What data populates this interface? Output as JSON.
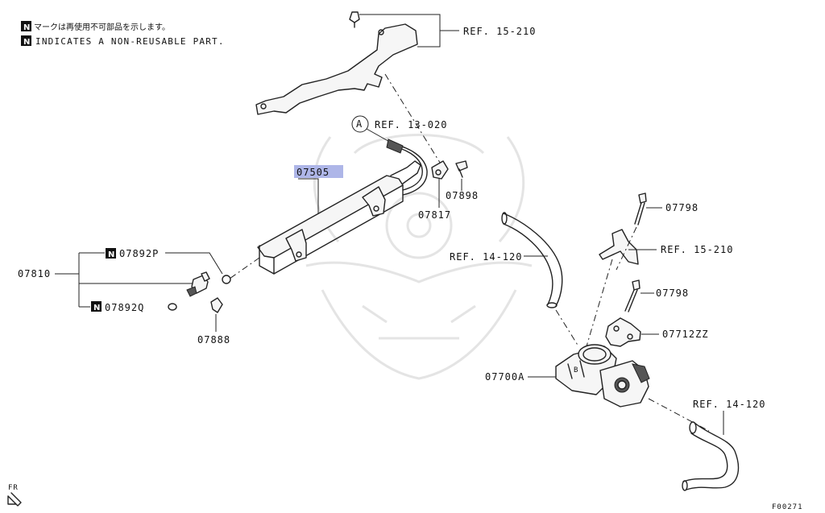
{
  "notes": {
    "badge": "N",
    "line_jp": "マークは再使用不可部品を示します。",
    "line_en": "INDICATES A NON-REUSABLE PART."
  },
  "labels": {
    "ref_15_210_top": "REF. 15-210",
    "circle_a": "A",
    "ref_13_020": "REF. 13-020",
    "p07505": "07505",
    "p07898": "07898",
    "p07817": "07817",
    "p07810": "07810",
    "n_badge": "N",
    "p07892p": "07892P",
    "p07892q": "07892Q",
    "p07888": "07888",
    "ref_14_120_mid": "REF. 14-120",
    "p07798_top": "07798",
    "ref_15_210_mid": "REF. 15-210",
    "p07798_mid": "07798",
    "p07712zz": "07712ZZ",
    "p07700a": "07700A",
    "ref_14_120_bottom": "REF. 14-120",
    "fr": "FR",
    "figure_code": "F00271"
  },
  "colors": {
    "highlight": "#aeb6e8",
    "line": "#222222",
    "watermark": "#e4e4e4"
  }
}
